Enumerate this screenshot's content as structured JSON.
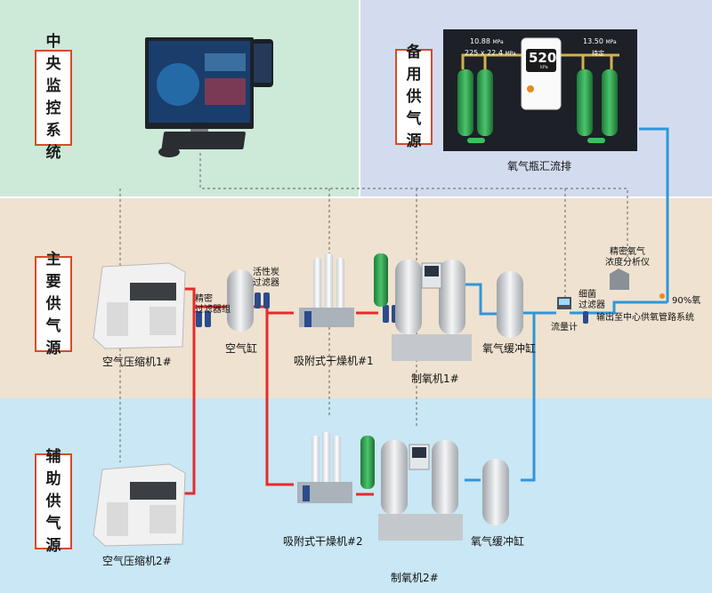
{
  "colors": {
    "control_zone": "#cde9d8",
    "backup_zone": "#d3dcef",
    "main_zone": "#efe2d0",
    "aux_zone": "#c9e7f5",
    "air_line": "#e52b2b",
    "oxygen_line": "#2f96d8",
    "signal_line": "#777777",
    "label_border": "#d64b2a"
  },
  "zones": {
    "control": {
      "label": [
        "中",
        "央",
        "监",
        "控",
        "系",
        "统"
      ]
    },
    "backup": {
      "label": [
        "备",
        "用",
        "供",
        "气",
        "源"
      ]
    },
    "main": {
      "label": [
        "主",
        "要",
        "供",
        "气",
        "源"
      ]
    },
    "aux": {
      "label": [
        "辅",
        "助",
        "供",
        "气",
        "源"
      ]
    }
  },
  "backup_panel": {
    "caption": "氧气瓶汇流排",
    "left_gauge": {
      "pressure": "10.88",
      "unit": "MPa",
      "reading2": "225 x  22.4",
      "unit2": "MPa"
    },
    "right_gauge": {
      "pressure": "13.50",
      "unit": "MPa",
      "status": "待定"
    },
    "center_display": "520",
    "center_unit": "kPa"
  },
  "labels": {
    "compressor1": "空气压缩机1#",
    "compressor2": "空气压缩机2#",
    "precision_filter": "精密\n过滤器组",
    "carbon_filter": "活性炭\n过滤器",
    "air_tank": "空气缸",
    "dryer1": "吸附式干燥机#1",
    "dryer2": "吸附式干燥机#2",
    "generator1": "制氧机1#",
    "generator2": "制氧机2#",
    "buffer1": "氧气缓冲缸",
    "buffer2": "氧气缓冲缸",
    "flowmeter": "流量计",
    "sterile_filter": "细菌\n过滤器",
    "analyzer": "精密氧气\n浓度分析仪",
    "purity": "90%氧",
    "output": "输出至中心供氧管路系统"
  }
}
